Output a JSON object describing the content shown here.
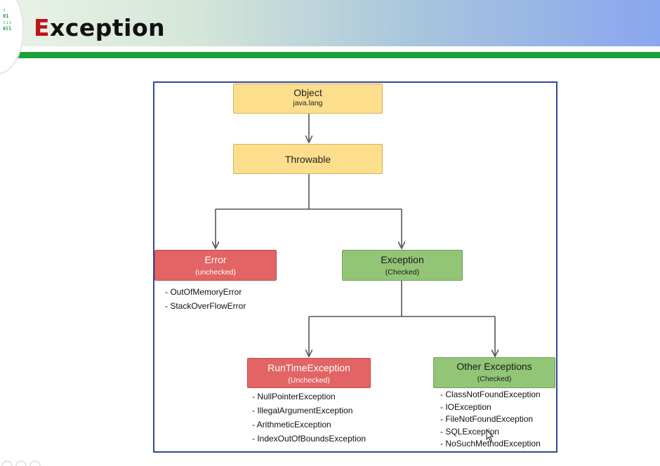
{
  "header": {
    "title_first_letter": "E",
    "title_rest": "xception",
    "logo_mark": ":\n01\n:::\n0ll"
  },
  "diagram": {
    "object": {
      "title": "Object",
      "subtitle": "java.lang"
    },
    "throwable": {
      "title": "Throwable"
    },
    "error": {
      "title": "Error",
      "subtitle": "(unchecked)",
      "items": [
        "- OutOfMemoryError",
        "- StackOverFlowError"
      ]
    },
    "exception": {
      "title": "Exception",
      "subtitle": "(Checked)"
    },
    "runtime": {
      "title": "RunTimeException",
      "subtitle": "(Unchecked)",
      "items": [
        "- NullPointerException",
        "- IllegalArgumentException",
        "- ArithmeticException",
        "- IndexOutOfBoundsException"
      ]
    },
    "other": {
      "title": "Other Exceptions",
      "subtitle": "(Checked)",
      "items": [
        "- ClassNotFoundException",
        "- IOException",
        "- FileNotFoundException",
        "- SQLException",
        "- NoSuchMethodException"
      ]
    }
  },
  "colors": {
    "header_accent": "#c0121b",
    "header_rule": "#1fa03a",
    "frame_border": "#33479b",
    "yellow_box": "#fcde8c",
    "red_box": "#e26464",
    "green_box": "#93c577"
  }
}
